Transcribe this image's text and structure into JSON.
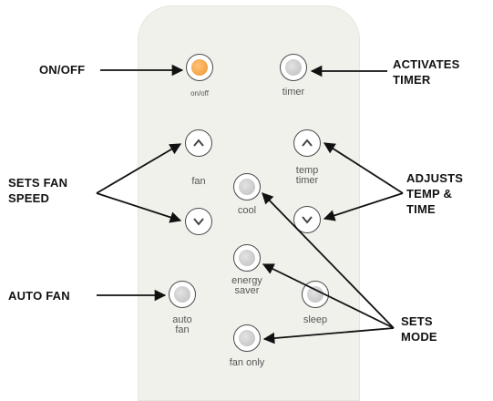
{
  "buttons": {
    "power": {
      "label": "on/off",
      "icon": "power-dot-icon"
    },
    "timer": {
      "label": "timer",
      "icon": "dot-icon"
    },
    "fan_up": {
      "icon": "chevron-up-icon"
    },
    "fan_down": {
      "icon": "chevron-down-icon"
    },
    "fan_label": "fan",
    "temp_up": {
      "icon": "chevron-up-icon"
    },
    "temp_down": {
      "icon": "chevron-down-icon"
    },
    "temp_label_1": "temp",
    "temp_label_2": "timer",
    "cool": {
      "label": "cool"
    },
    "energy_saver": {
      "label_1": "energy",
      "label_2": "saver"
    },
    "sleep": {
      "label": "sleep"
    },
    "auto_fan": {
      "label_1": "auto",
      "label_2": "fan"
    },
    "fan_only": {
      "label": "fan only"
    }
  },
  "callouts": {
    "on_off": "ON/OFF",
    "activates_timer_1": "ACTIVATES",
    "activates_timer_2": "TIMER",
    "sets_fan_speed_1": "SETS FAN",
    "sets_fan_speed_2": "SPEED",
    "adjusts_temp_1": "ADJUSTS",
    "adjusts_temp_2": "TEMP &",
    "adjusts_temp_3": "TIME",
    "auto_fan": "AUTO FAN",
    "sets_mode_1": "SETS",
    "sets_mode_2": "MODE"
  },
  "colors": {
    "remote_body": "#f1f1ec",
    "power_accent": "#f0952e",
    "arrow": "#111111"
  }
}
